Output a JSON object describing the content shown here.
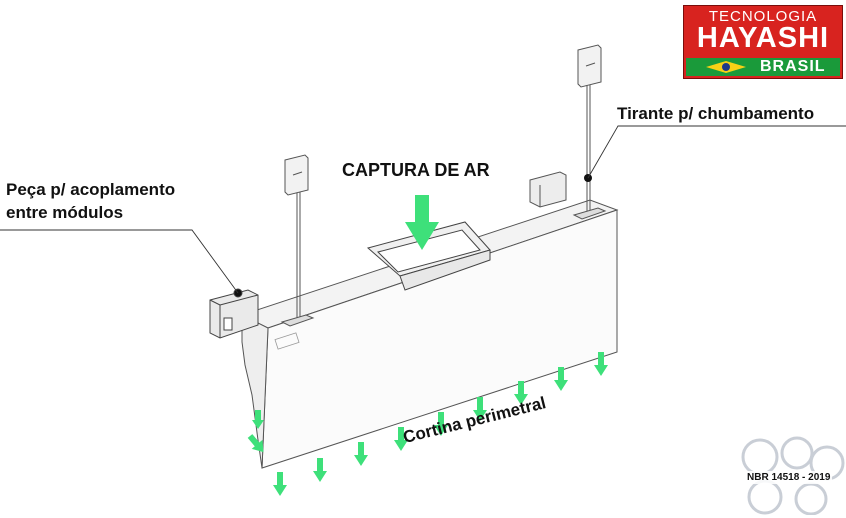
{
  "labels": {
    "title": "CAPTURA DE AR",
    "left_line1": "Peça p/ acoplamento",
    "left_line2": "entre módulos",
    "right": "Tirante p/ chumbamento",
    "bottom": "Cortina perimetral"
  },
  "logo": {
    "line1": "TECNOLOGIA",
    "line2": "HAYASHI",
    "line3": "BRASIL"
  },
  "seal": {
    "text": "NBR 14518 - 2019"
  },
  "colors": {
    "arrow": "#3ee07a",
    "logo_red": "#d8231f",
    "logo_green": "#1a9a3a",
    "line": "#333333"
  }
}
